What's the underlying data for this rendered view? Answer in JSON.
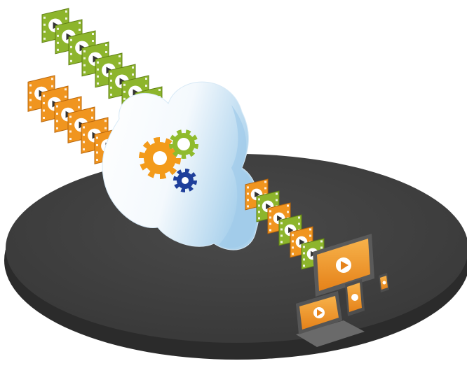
{
  "colors": {
    "background": "#ffffff",
    "platform_top": "#414141",
    "platform_side": "#2b2b2b",
    "cloud_light": "#ffffff",
    "cloud_shade": "#b5d8ef",
    "film_green": "#8db52c",
    "film_green_dark": "#5f7f14",
    "film_orange": "#f0951f",
    "film_orange_dark": "#b8650b",
    "gear_orange": "#f39b1b",
    "gear_green": "#8fbb2d",
    "gear_blue": "#1f3f9b",
    "device_gray": "#5a5a5a",
    "screen_orange": "#f29b2a"
  },
  "icons": {
    "film_frame": "film-frame-icon",
    "play": "play-icon",
    "gear": "gear-icon",
    "monitor": "monitor-icon",
    "laptop": "laptop-icon",
    "tablet": "tablet-icon",
    "phone": "phone-icon",
    "cloud": "cloud-icon"
  },
  "streams": {
    "incoming_green_frames": 8,
    "incoming_orange_frames": 6,
    "outgoing_frames": 6
  },
  "devices": [
    "monitor",
    "laptop",
    "tablet",
    "phone"
  ]
}
